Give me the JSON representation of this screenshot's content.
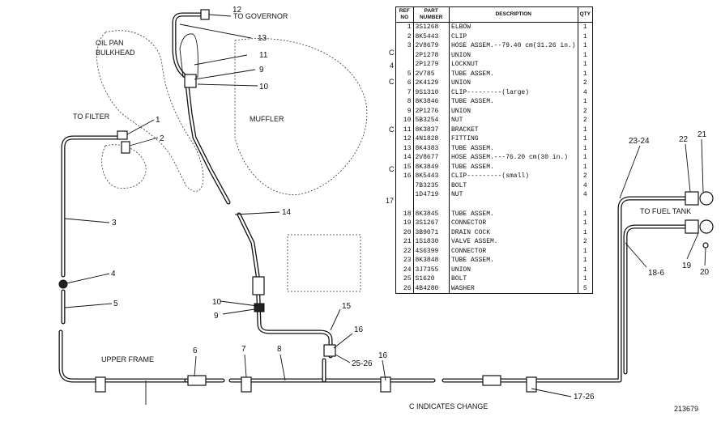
{
  "labels": {
    "to_governor": "TO GOVERNOR",
    "oil_pan": "OIL PAN",
    "bulkhead": "BULKHEAD",
    "to_filter": "TO FILTER",
    "muffler": "MUFFLER",
    "upper_frame": "UPPER FRAME",
    "to_fuel_tank": "TO FUEL TANK",
    "c_indicates_change": "C INDICATES CHANGE",
    "drawing_number": "213679"
  },
  "callouts": {
    "c1": "1",
    "c2": "2",
    "c3": "3",
    "c4": "4",
    "c5": "5",
    "c6": "6",
    "c7": "7",
    "c8": "8",
    "c9": "9",
    "c10": "10",
    "c11": "11",
    "c12": "12",
    "c13": "13",
    "c14": "14",
    "c15": "15",
    "c16a": "16",
    "c16b": "16",
    "c9b": "9",
    "c10b": "10",
    "c17_26": "17-26",
    "c18_6": "18-6",
    "c19": "19",
    "c20": "20",
    "c21": "21",
    "c22": "22",
    "c23_24": "23-24",
    "c25_26": "25-26"
  },
  "table": {
    "headers": {
      "ref": "REF NO",
      "part": "PART NUMBER",
      "desc": "DESCRIPTION",
      "qty": "QTY"
    },
    "rows": [
      {
        "ref": "1",
        "part": "3S1268",
        "desc": "ELBOW",
        "qty": "1"
      },
      {
        "ref": "2",
        "part": "8K5443",
        "desc": "CLIP",
        "qty": "1"
      },
      {
        "ref": "3",
        "part": "2V8679",
        "desc": "HOSE ASSEM.--79.40 cm(31.26 in.)",
        "qty": "1"
      },
      {
        "ref": "",
        "part": "2P1278",
        "desc": "UNION",
        "qty": "1"
      },
      {
        "ref": "",
        "part": "2P1279",
        "desc": "LOCKNUT",
        "qty": "1"
      },
      {
        "ref": "5",
        "part": "2V785",
        "desc": "TUBE ASSEM.",
        "qty": "1"
      },
      {
        "ref": "6",
        "part": "2K4129",
        "desc": "UNION",
        "qty": "2"
      },
      {
        "ref": "7",
        "part": "9S1310",
        "desc": "CLIP---------(large)",
        "qty": "4"
      },
      {
        "ref": "8",
        "part": "8K3846",
        "desc": "TUBE ASSEM.",
        "qty": "1"
      },
      {
        "ref": "9",
        "part": "2P1276",
        "desc": "UNION",
        "qty": "2"
      },
      {
        "ref": "10",
        "part": "5B3254",
        "desc": "NUT",
        "qty": "2"
      },
      {
        "ref": "11",
        "part": "8K3837",
        "desc": "BRACKET",
        "qty": "1"
      },
      {
        "ref": "12",
        "part": "4N1828",
        "desc": "FITTING",
        "qty": "1"
      },
      {
        "ref": "13",
        "part": "8K4383",
        "desc": "TUBE ASSEM.",
        "qty": "1"
      },
      {
        "ref": "14",
        "part": "2V8677",
        "desc": "HOSE ASSEM.---76.20 cm(30 in.)",
        "qty": "1"
      },
      {
        "ref": "15",
        "part": "8K3849",
        "desc": "TUBE ASSEM.",
        "qty": "1"
      },
      {
        "ref": "16",
        "part": "8K5443",
        "desc": "CLIP---------(small)",
        "qty": "2"
      },
      {
        "ref": "",
        "part": "7B3235",
        "desc": "BOLT",
        "qty": "4"
      },
      {
        "ref": "",
        "part": "1D4719",
        "desc": "NUT",
        "qty": "4"
      },
      {
        "ref": "18",
        "part": "8K3845",
        "desc": "TUBE ASSEM.",
        "qty": "1"
      },
      {
        "ref": "19",
        "part": "3S1267",
        "desc": "CONNECTOR",
        "qty": "1"
      },
      {
        "ref": "20",
        "part": "3B9071",
        "desc": "DRAIN COCK",
        "qty": "1"
      },
      {
        "ref": "21",
        "part": "1S1830",
        "desc": "VALVE ASSEM.",
        "qty": "2"
      },
      {
        "ref": "22",
        "part": "4S6399",
        "desc": "CONNECTOR",
        "qty": "1"
      },
      {
        "ref": "23",
        "part": "8K3848",
        "desc": "TUBE ASSEM.",
        "qty": "1"
      },
      {
        "ref": "24",
        "part": "3J7355",
        "desc": "UNION",
        "qty": "1"
      },
      {
        "ref": "25",
        "part": "S1620",
        "desc": "BOLT",
        "qty": "1"
      },
      {
        "ref": "26",
        "part": "4B4280",
        "desc": "WASHER",
        "qty": "5"
      }
    ],
    "change_marks": {
      "m3": "C",
      "m5": "C",
      "m10": "C",
      "m14": "C",
      "m4": "4",
      "m17": "17"
    }
  }
}
